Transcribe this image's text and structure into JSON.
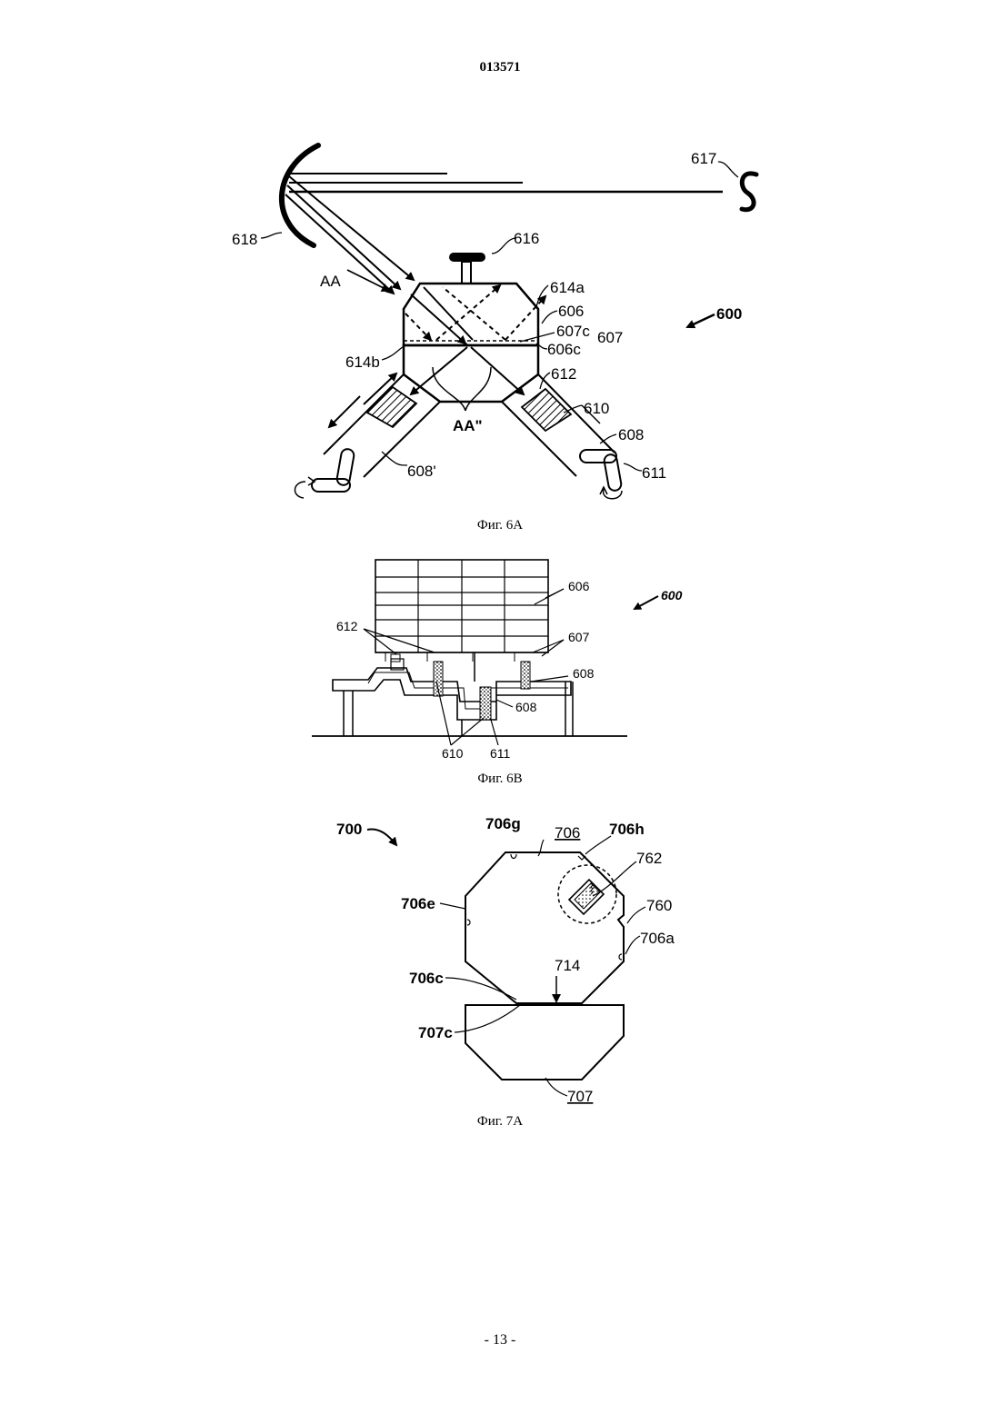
{
  "header": {
    "document_number": "013571"
  },
  "figure_6a": {
    "caption": "Фиг. 6А",
    "labels": {
      "l617": "617",
      "l618": "618",
      "l616": "616",
      "l600": "600",
      "l614a": "614a",
      "l606": "606",
      "l607c": "607c",
      "l607": "607",
      "l606c": "606c",
      "l614b": "614b",
      "l612": "612",
      "l610": "610",
      "l608": "608",
      "l611": "611",
      "l608p": "608'",
      "lAA": "AA",
      "lAApp": "AA\""
    }
  },
  "figure_6b": {
    "caption": "Фиг. 6В",
    "labels": {
      "l606": "606",
      "l600": "600",
      "l612": "612",
      "l607": "607",
      "l608a": "608",
      "l608b": "608",
      "l610": "610",
      "l611": "611"
    }
  },
  "figure_7a": {
    "caption": "Фиг. 7А",
    "labels": {
      "l700": "700",
      "l706g": "706g",
      "l706": "706",
      "l706h": "706h",
      "l762": "762",
      "l706e": "706e",
      "l760": "760",
      "l706a": "706a",
      "l714": "714",
      "l706c": "706c",
      "l707c": "707c",
      "l707": "707"
    }
  },
  "footer": {
    "page_number": "- 13 -"
  }
}
